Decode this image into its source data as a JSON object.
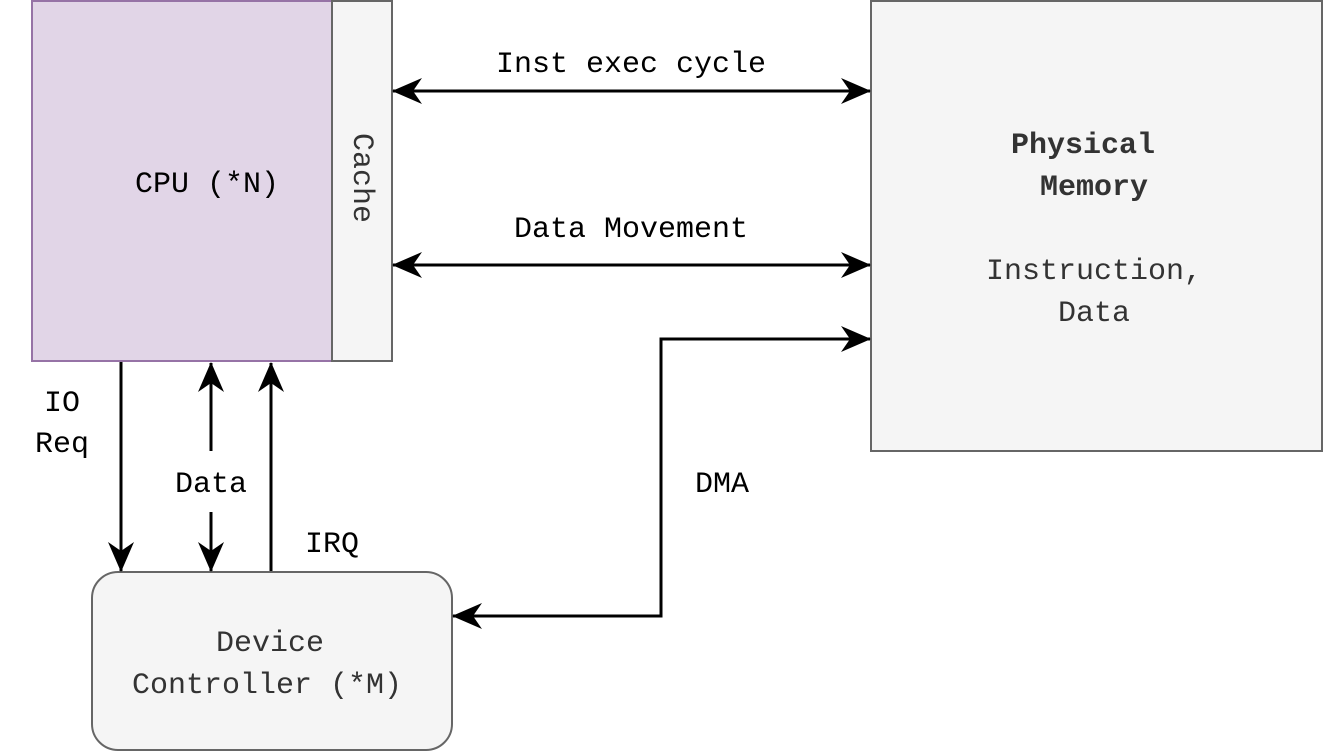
{
  "nodes": {
    "cpu": {
      "label": "CPU (*N)"
    },
    "cache": {
      "label": "Cache"
    },
    "memory": {
      "title_line1": "Physical",
      "title_line2": "Memory",
      "content_line1": "Instruction,",
      "content_line2": "Data"
    },
    "device": {
      "line1": "Device",
      "line2": "Controller (*M)"
    }
  },
  "edges": {
    "inst_exec": {
      "label": "Inst exec cycle"
    },
    "data_movement": {
      "label": "Data Movement"
    },
    "io_req": {
      "line1": "IO",
      "line2": "Req"
    },
    "data": {
      "label": "Data"
    },
    "irq": {
      "label": "IRQ"
    },
    "dma": {
      "label": "DMA"
    }
  },
  "colors": {
    "cpu_fill": "#e1d5e7",
    "cpu_stroke": "#9673a6",
    "box_fill": "#f5f5f5",
    "box_stroke": "#666666",
    "box_text": "#333333",
    "line": "#000000"
  }
}
